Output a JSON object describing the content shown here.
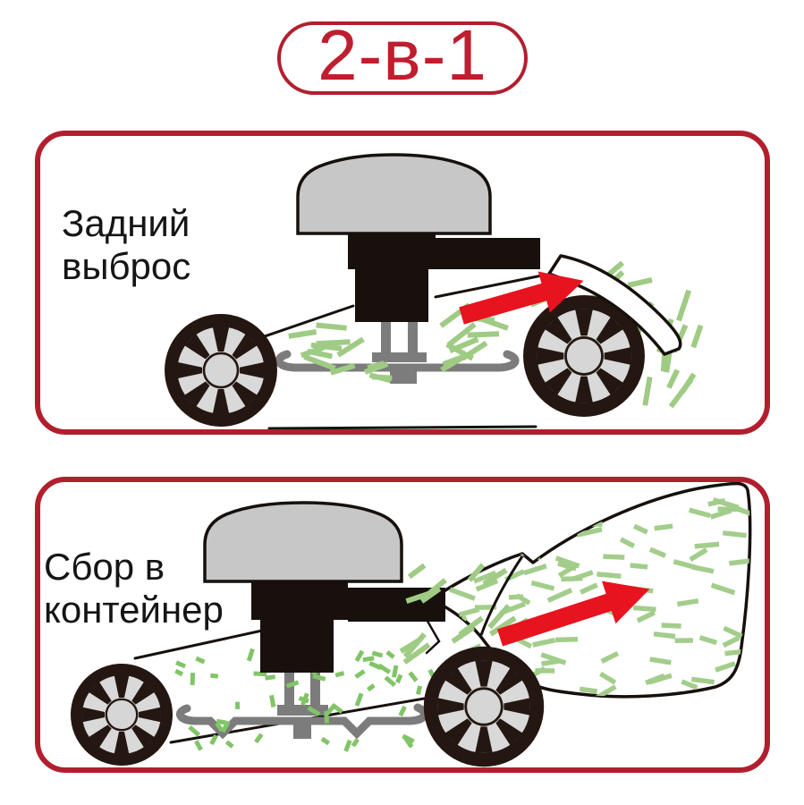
{
  "title": {
    "label": "2-в-1"
  },
  "panels": [
    {
      "id": "rear-discharge",
      "label": "Задний\nвыброс"
    },
    {
      "id": "container-collection",
      "label": "Сбор в\nконтейнер"
    }
  ],
  "colors": {
    "frame_red": "#b11f2e",
    "title_red": "#bf1e2e",
    "arrow_red": "#e7131f",
    "machine_black": "#17100c",
    "machine_gray": "#c7c7c8",
    "wheel_dark": "#241711",
    "wheel_hub_gray": "#d9d9d9",
    "blade_gray": "#7c7c7c",
    "grass_green": "#9fcb84",
    "grass_green_light": "#a3cd8b",
    "grass_green_dark": "#82c468",
    "background": "#ffffff"
  }
}
